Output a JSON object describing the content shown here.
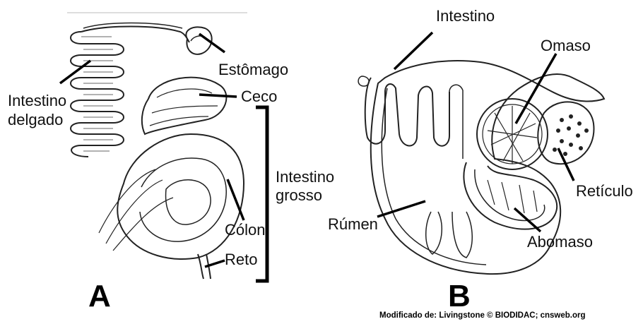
{
  "panel_a": {
    "letter": "A",
    "labels": {
      "estomago": "Estômago",
      "intestino_delgado_1": "Intestino",
      "intestino_delgado_2": "delgado",
      "ceco": "Ceco",
      "intestino_grosso_1": "Intestino",
      "intestino_grosso_2": "grosso",
      "colon": "Cólon",
      "reto": "Reto"
    }
  },
  "panel_b": {
    "letter": "B",
    "labels": {
      "intestino": "Intestino",
      "omaso": "Omaso",
      "reticulo": "Retículo",
      "rumen": "Rúmen",
      "abomaso": "Abomaso"
    }
  },
  "credit": "Modificado de: Livingstone © BIODIDAC; cnsweb.org"
}
